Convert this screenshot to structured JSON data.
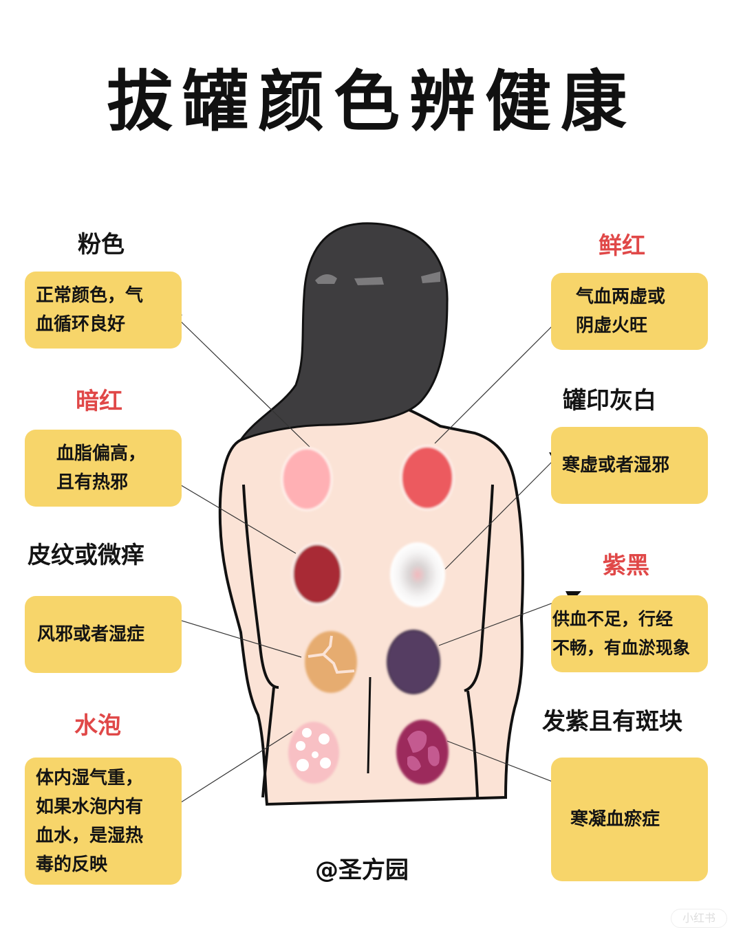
{
  "title": "拔罐颜色辨健康",
  "credit": "@圣方园",
  "watermark": "小红书",
  "colors": {
    "box_bg": "#f7d56a",
    "label_red": "#e04848",
    "skin": "#fbe3d6",
    "hair": "#3e3d3f"
  },
  "left": [
    {
      "label": "粉色",
      "label_color": "black",
      "text": "正常颜色，气\n血循环良好",
      "mark_color": "#ffb0b4"
    },
    {
      "label": "暗红",
      "label_color": "red",
      "text": "血脂偏高，\n且有热邪",
      "mark_color": "#a82c34"
    },
    {
      "label": "皮纹或微痒",
      "label_color": "black",
      "text": "风邪或者湿症",
      "mark_color": "#e6ac70"
    },
    {
      "label": "水泡",
      "label_color": "red",
      "text": "体内湿气重，\n如果水泡内有\n血水，是湿热\n毒的反映",
      "mark_color": "#f8c0c4"
    }
  ],
  "right": [
    {
      "label": "鲜红",
      "label_color": "red",
      "text": "气血两虚或\n阴虚火旺",
      "mark_color": "#ec5a5e"
    },
    {
      "label": "罐印灰白",
      "label_color": "black",
      "text": "寒虚或者湿邪",
      "mark_color": "#f4f2f2"
    },
    {
      "label": "紫黑",
      "label_color": "red",
      "text": "供血不足，行经\n不畅，有血淤现象",
      "mark_color": "#553e62"
    },
    {
      "label": "发紫且有斑块",
      "label_color": "black",
      "text": "寒凝血瘀症",
      "mark_color": "#9c2c5c"
    }
  ]
}
